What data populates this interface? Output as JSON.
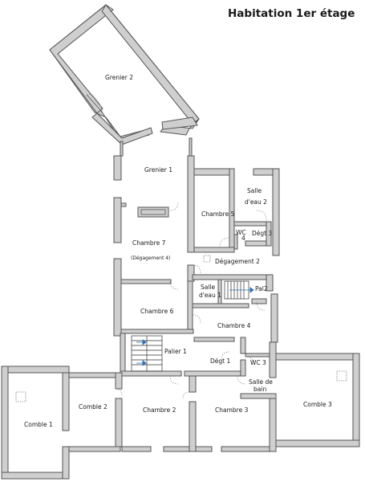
{
  "header": {
    "title": "Habitation 1er étage"
  },
  "rooms": {
    "grenier2": "Grenier 2",
    "grenier1": "Grenier 1",
    "chambre5": "Chambre 5",
    "salle_eau2_a": "Salle",
    "salle_eau2_b": "d'eau 2",
    "wc4_a": "WC",
    "wc4_b": "4",
    "degt3": "Dégt 3",
    "chambre7": "Chambre 7",
    "degagement4": "(Dégagement 4)",
    "degagement2": "Dégagement 2",
    "salle_eau1_a": "Salle",
    "salle_eau1_b": "d'eau 1",
    "pal2": "Pal2",
    "chambre6": "Chambre 6",
    "chambre4": "Chambre 4",
    "palier1": "Palier 1",
    "degt1": "Dégt 1",
    "wc3": "WC 3",
    "salle_bain_a": "Salle de",
    "salle_bain_b": "bain",
    "comble1": "Comble 1",
    "comble2": "Comble 2",
    "chambre2": "Chambre 2",
    "chambre3": "Chambre 3",
    "comble3": "Comble 3"
  },
  "icons": {
    "stair_arrow_color": "#2d6fb5",
    "wall_color": "#cfcfcf"
  }
}
